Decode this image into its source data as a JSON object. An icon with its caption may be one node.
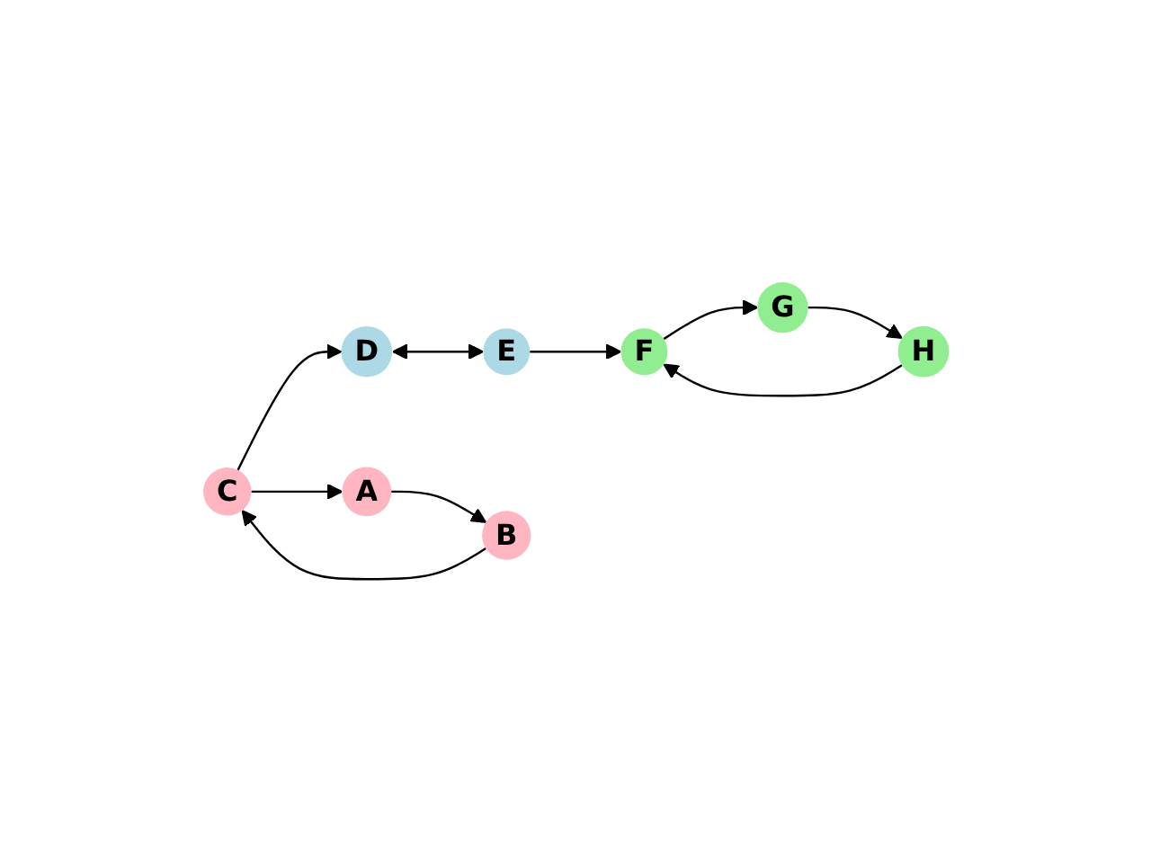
{
  "diagram": {
    "nodes": [
      {
        "text": [
          "F"
        ]
      },
      {
        "text": [
          "G"
        ]
      },
      {
        "text": [
          "E"
        ]
      },
      {
        "text": [
          "H"
        ]
      },
      {
        "text": [
          "D"
        ]
      },
      {
        "text": [
          "C"
        ]
      },
      {
        "text": [
          "A"
        ]
      },
      {
        "text": [
          "B"
        ]
      }
    ],
    "edges": [
      {
        "from": 6,
        "to": 7,
        "arrow": "to"
      },
      {
        "from": 7,
        "to": 5,
        "arrow": "to"
      },
      {
        "from": 5,
        "to": 6,
        "arrow": "to"
      },
      {
        "from": 5,
        "to": 4,
        "arrow": "to"
      },
      {
        "from": 4,
        "to": 2,
        "arrow": "both"
      },
      {
        "from": 2,
        "to": 0,
        "arrow": "to"
      },
      {
        "from": 0,
        "to": 1,
        "arrow": "to"
      },
      {
        "from": 1,
        "to": 3,
        "arrow": "to"
      },
      {
        "from": 3,
        "to": 0,
        "arrow": "to"
      }
    ]
  }
}
